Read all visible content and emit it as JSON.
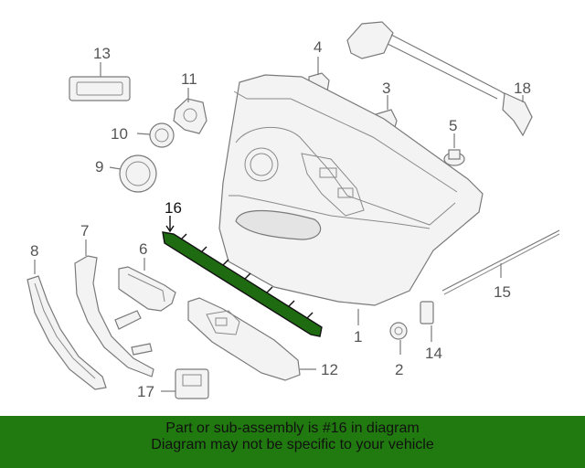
{
  "callouts": {
    "n1": "1",
    "n2": "2",
    "n3": "3",
    "n4": "4",
    "n5": "5",
    "n6": "6",
    "n7": "7",
    "n8": "8",
    "n9": "9",
    "n10": "10",
    "n11": "11",
    "n12": "12",
    "n13": "13",
    "n14": "14",
    "n15": "15",
    "n16": "16",
    "n17": "17",
    "n18": "18"
  },
  "highlight": {
    "part_number": "16",
    "color": "#1f6b12"
  },
  "banner": {
    "line1": "Part or sub-assembly is #16 in diagram",
    "line2": "Diagram may not be specific to your vehicle",
    "background": "#217a0f"
  }
}
